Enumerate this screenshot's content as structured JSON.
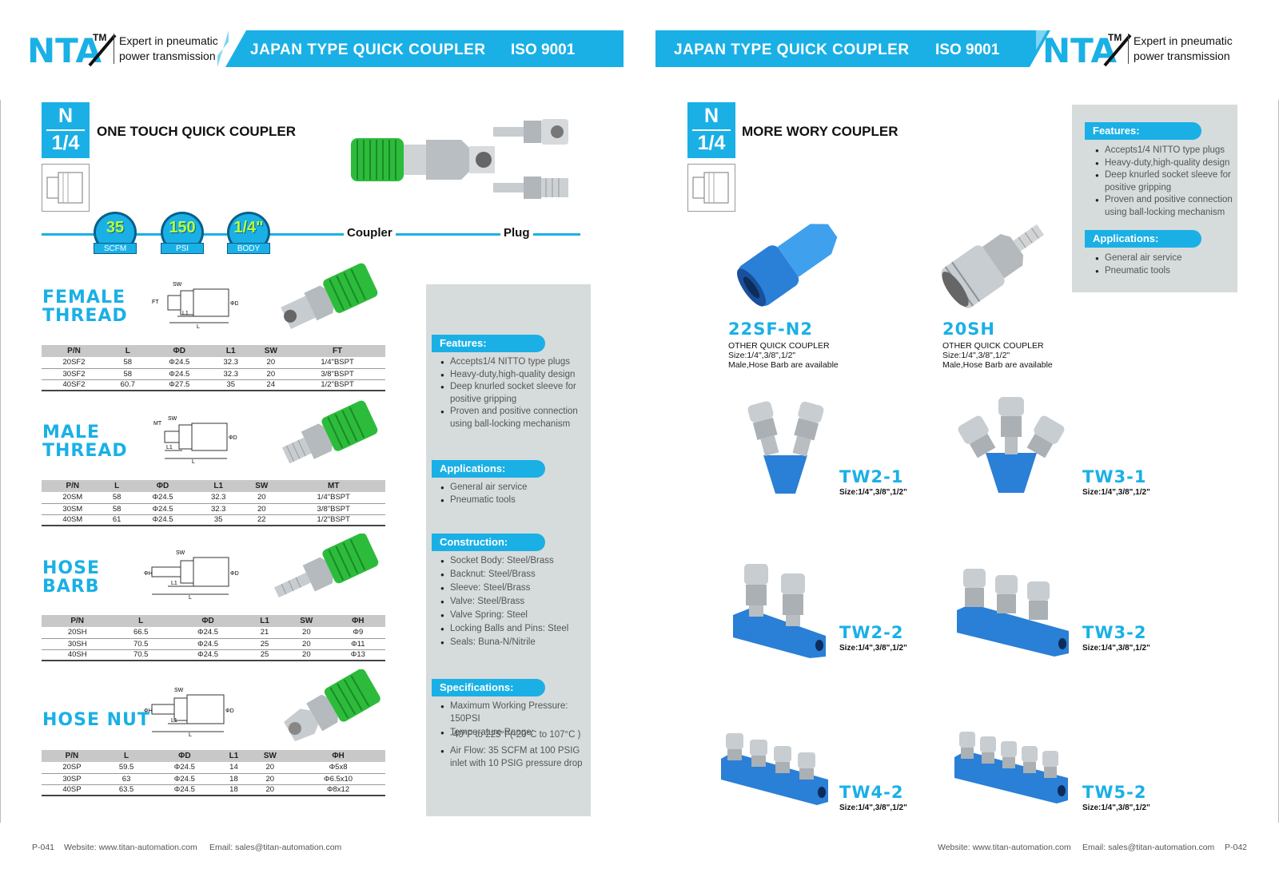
{
  "header": {
    "logo_text": "NTA",
    "logo_tm": "TM",
    "tagline_line1": "Expert in pneumatic",
    "tagline_line2": "power transmission",
    "title": "JAPAN TYPE QUICK COUPLER",
    "iso": "ISO 9001"
  },
  "left_page": {
    "badge_n": "N",
    "badge_size": "1/4",
    "section_title": "ONE TOUCH QUICK COUPLER",
    "chips": [
      {
        "value": "35",
        "unit": "SCFM"
      },
      {
        "value": "150",
        "unit": "PSI"
      },
      {
        "value": "1/4\"",
        "unit": "BODY"
      }
    ],
    "rail_label_coupler": "Coupler",
    "rail_label_plug": "Plug",
    "variants": [
      {
        "title_line1": "FEMALE",
        "title_line2": "THREAD",
        "dim_labels": [
          "SW",
          "FT",
          "ΦD",
          "L1",
          "L"
        ],
        "columns": [
          "P/N",
          "L",
          "ΦD",
          "L1",
          "SW",
          "FT"
        ],
        "rows": [
          [
            "20SF2",
            "58",
            "Φ24.5",
            "32.3",
            "20",
            "1/4\"BSPT"
          ],
          [
            "30SF2",
            "58",
            "Φ24.5",
            "32.3",
            "20",
            "3/8\"BSPT"
          ],
          [
            "40SF2",
            "60.7",
            "Φ27.5",
            "35",
            "24",
            "1/2\"BSPT"
          ]
        ]
      },
      {
        "title_line1": "MALE",
        "title_line2": "THREAD",
        "dim_labels": [
          "SW",
          "MT",
          "ΦD",
          "L1",
          "L"
        ],
        "columns": [
          "P/N",
          "L",
          "ΦD",
          "L1",
          "SW",
          "MT"
        ],
        "rows": [
          [
            "20SM",
            "58",
            "Φ24.5",
            "32.3",
            "20",
            "1/4\"BSPT"
          ],
          [
            "30SM",
            "58",
            "Φ24.5",
            "32.3",
            "20",
            "3/8\"BSPT"
          ],
          [
            "40SM",
            "61",
            "Φ24.5",
            "35",
            "22",
            "1/2\"BSPT"
          ]
        ]
      },
      {
        "title_line1": "HOSE",
        "title_line2": "BARB",
        "dim_labels": [
          "SW",
          "ΦH",
          "ΦD",
          "L1",
          "L"
        ],
        "columns": [
          "P/N",
          "L",
          "ΦD",
          "L1",
          "SW",
          "ΦH"
        ],
        "rows": [
          [
            "20SH",
            "66.5",
            "Φ24.5",
            "21",
            "20",
            "Φ9"
          ],
          [
            "30SH",
            "70.5",
            "Φ24.5",
            "25",
            "20",
            "Φ11"
          ],
          [
            "40SH",
            "70.5",
            "Φ24.5",
            "25",
            "20",
            "Φ13"
          ]
        ]
      },
      {
        "title_line1": "HOSE NUT",
        "title_line2": "",
        "dim_labels": [
          "SW",
          "ΦH",
          "ΦD",
          "L1",
          "L"
        ],
        "columns": [
          "P/N",
          "L",
          "ΦD",
          "L1",
          "SW",
          "ΦH"
        ],
        "rows": [
          [
            "20SP",
            "59.5",
            "Φ24.5",
            "14",
            "20",
            "Φ5x8"
          ],
          [
            "30SP",
            "63",
            "Φ24.5",
            "18",
            "20",
            "Φ6.5x10"
          ],
          [
            "40SP",
            "63.5",
            "Φ24.5",
            "18",
            "20",
            "Φ8x12"
          ]
        ]
      }
    ],
    "info": {
      "features_title": "Features:",
      "features": [
        "Accepts1/4 NITTO type plugs",
        "Heavy-duty,high-quality design",
        "Deep knurled socket sleeve for positive gripping",
        "Proven and positive connection using ball-locking mechanism"
      ],
      "applications_title": "Applications:",
      "applications": [
        "General air service",
        "Pneumatic tools"
      ],
      "construction_title": "Construction:",
      "construction": [
        "Socket Body: Steel/Brass",
        "Backnut: Steel/Brass",
        "Sleeve: Steel/Brass",
        "Valve: Steel/Brass",
        "Valve Spring: Steel",
        "Locking Balls and Pins: Steel",
        "Seals: Buna-N/Nitrile"
      ],
      "specifications_title": "Specifications:",
      "spec_pressure": "Maximum Working Pressure: 150PSI",
      "spec_temp_label": "Temperature Range:",
      "spec_temp_value": "-40°F to 225°F(-20°C to 107°C )",
      "spec_airflow": "Air Flow: 35 SCFM at 100 PSIG inlet with 10 PSIG pressure drop"
    },
    "footer": {
      "page": "P-041",
      "website": "Website: www.titan-automation.com",
      "email": "Email: sales@titan-automation.com"
    }
  },
  "right_page": {
    "badge_n": "N",
    "badge_size": "1/4",
    "section_title": "MORE WORY COUPLER",
    "info": {
      "features_title": "Features:",
      "features": [
        "Accepts1/4 NITTO type plugs",
        "Heavy-duty,high-quality design",
        "Deep knurled socket sleeve for positive gripping",
        "Proven and positive connection using ball-locking mechanism"
      ],
      "applications_title": "Applications:",
      "applications": [
        "General air service",
        "Pneumatic tools"
      ]
    },
    "products": [
      {
        "code": "22SF-N2",
        "line1": "OTHER QUICK COUPLER",
        "line2": "Size:1/4\",3/8\",1/2\"",
        "line3": "Male,Hose Barb are available"
      },
      {
        "code": "20SH",
        "line1": "OTHER QUICK COUPLER",
        "line2": "Size:1/4\",3/8\",1/2\"",
        "line3": "Male,Hose Barb are available"
      }
    ],
    "manifolds": [
      {
        "code": "TW2-1",
        "size": "Size:1/4\",3/8\",1/2\""
      },
      {
        "code": "TW3-1",
        "size": "Size:1/4\",3/8\",1/2\""
      },
      {
        "code": "TW2-2",
        "size": "Size:1/4\",3/8\",1/2\""
      },
      {
        "code": "TW3-2",
        "size": "Size:1/4\",3/8\",1/2\""
      },
      {
        "code": "TW4-2",
        "size": "Size:1/4\",3/8\",1/2\""
      },
      {
        "code": "TW5-2",
        "size": "Size:1/4\",3/8\",1/2\""
      }
    ],
    "footer": {
      "website": "Website: www.titan-automation.com",
      "email": "Email: sales@titan-automation.com",
      "page": "P-042"
    }
  },
  "colors": {
    "accent": "#1ab0e6",
    "coupler_green": "#2dbb3c",
    "manifold_blue": "#2a7fd6",
    "panel_gray": "#d6dcdc"
  }
}
